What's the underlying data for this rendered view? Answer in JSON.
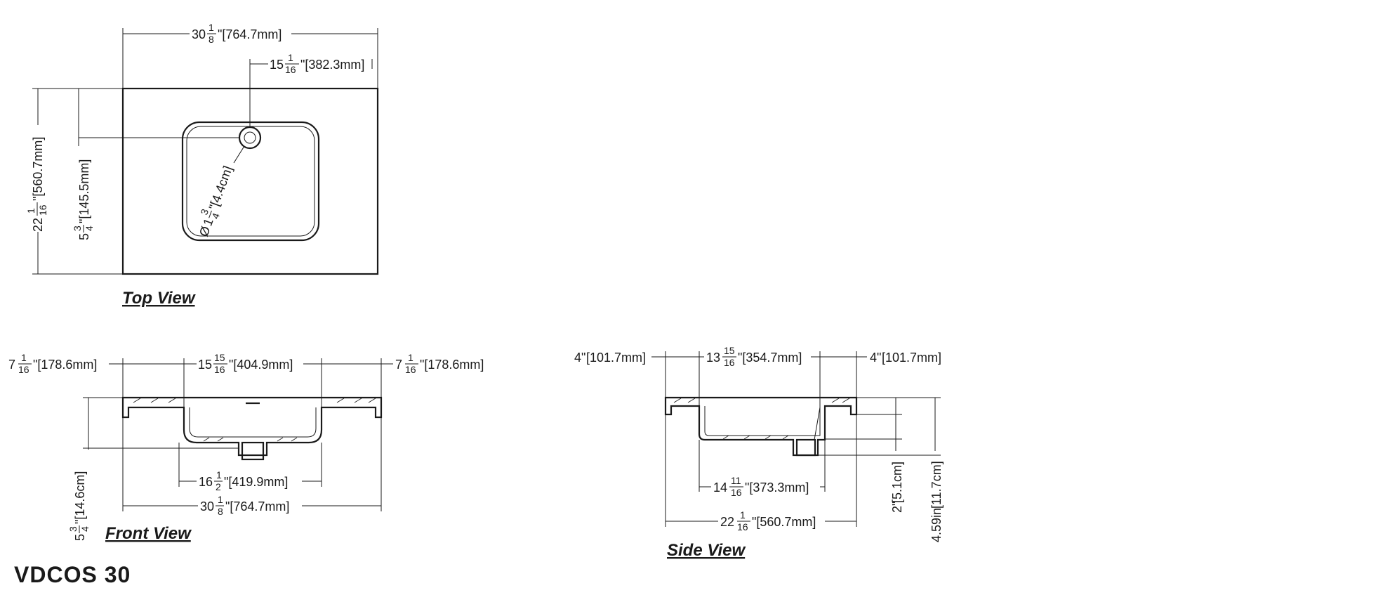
{
  "title": "VDCOS 30",
  "views": {
    "top": {
      "label": "Top View",
      "overall_width": {
        "whole": "30",
        "num": "1",
        "den": "8",
        "metric": "[764.7mm]"
      },
      "drain_offset": {
        "whole": "15",
        "num": "1",
        "den": "16",
        "metric": "[382.3mm]"
      },
      "overall_depth": {
        "whole": "22",
        "num": "1",
        "den": "16",
        "metric": "[560.7mm]"
      },
      "drain_depth": {
        "whole": "5",
        "num": "3",
        "den": "4",
        "metric": "[145.5mm]"
      },
      "drain_diameter": {
        "prefix": "Ø",
        "whole": "1",
        "num": "3",
        "den": "4",
        "metric": "[4.4cm]"
      }
    },
    "front": {
      "label": "Front View",
      "left_deck": {
        "whole": "7",
        "num": "1",
        "den": "16",
        "metric": "[178.6mm]"
      },
      "bowl_top": {
        "whole": "15",
        "num": "15",
        "den": "16",
        "metric": "[404.9mm]"
      },
      "right_deck": {
        "whole": "7",
        "num": "1",
        "den": "16",
        "metric": "[178.6mm]"
      },
      "bowl_bottom": {
        "whole": "16",
        "num": "1",
        "den": "2",
        "metric": "[419.9mm]"
      },
      "overall_width": {
        "whole": "30",
        "num": "1",
        "den": "8",
        "metric": "[764.7mm]"
      },
      "height": {
        "whole": "5",
        "num": "3",
        "den": "4",
        "metric": "[14.6cm]"
      }
    },
    "side": {
      "label": "Side View",
      "left_deck": {
        "text": "4\"",
        "metric": "[101.7mm]"
      },
      "bowl_top": {
        "whole": "13",
        "num": "15",
        "den": "16",
        "metric": "[354.7mm]"
      },
      "right_deck": {
        "text": "4\"",
        "metric": "[101.7mm]"
      },
      "bowl_bottom": {
        "whole": "14",
        "num": "11",
        "den": "16",
        "metric": "[373.3mm]"
      },
      "overall_depth": {
        "whole": "22",
        "num": "1",
        "den": "16",
        "metric": "[560.7mm]"
      },
      "deck_height": {
        "text": "2\"",
        "metric": "[5.1cm]"
      },
      "total_height": {
        "text": "4.59in",
        "metric": "[11.7cm]"
      }
    }
  }
}
